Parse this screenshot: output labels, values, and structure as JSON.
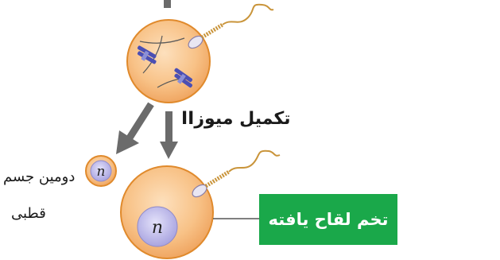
{
  "diagram": {
    "step_label": "تکمیل میوزII",
    "polar_body_label_line1": "دومین جسم",
    "polar_body_label_line2": "قطبی",
    "polar_body_nucleus": "n",
    "zygote_nucleus": "n",
    "zygote_label": "تخم لقاح یافته",
    "colors": {
      "cell_fill": "#f6b26b",
      "cell_stroke": "#e08a2c",
      "nucleus_fill": "#c9c6f0",
      "arrow": "#6b6b6b",
      "label_box": "#1aa84a"
    }
  }
}
